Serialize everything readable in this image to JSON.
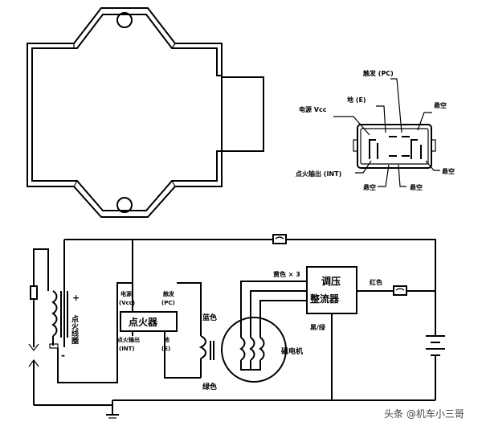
{
  "connector_pins": {
    "power_vcc": "电源 Vcc",
    "ground_e": "地 (E)",
    "trigger_pc": "触发 (PC)",
    "empty_top_right": "悬空",
    "empty_right": "悬空",
    "ignition_coil_output": "点火输出 (INT)",
    "empty_bottom_left": "悬空",
    "empty_bottom_right": "悬空"
  },
  "circuit": {
    "coil_polarity_plus": "+",
    "coil_polarity_minus": "-",
    "ignition_coil": "点火线圈",
    "cdi_power_label": "电源",
    "cdi_power_pin": "(Vcc)",
    "cdi_ignition_label": "点火输出",
    "cdi_ignition_pin": "(INT)",
    "cdi_trigger_label": "触发",
    "cdi_trigger_pin": "(PC)",
    "cdi_ground_label": "地",
    "cdi_ground_pin": "(E)",
    "cdi_unit": "点火器",
    "blue_wire": "蓝色",
    "green_wire": "绿色",
    "yellow_wire_x3": "黄色 × 3",
    "magneto": "磁电机",
    "regulator_line1": "调压",
    "regulator_line2": "整流器",
    "red_wire": "红色",
    "black_wire": "黑/绿"
  },
  "watermark": "头条 @机车小三哥"
}
